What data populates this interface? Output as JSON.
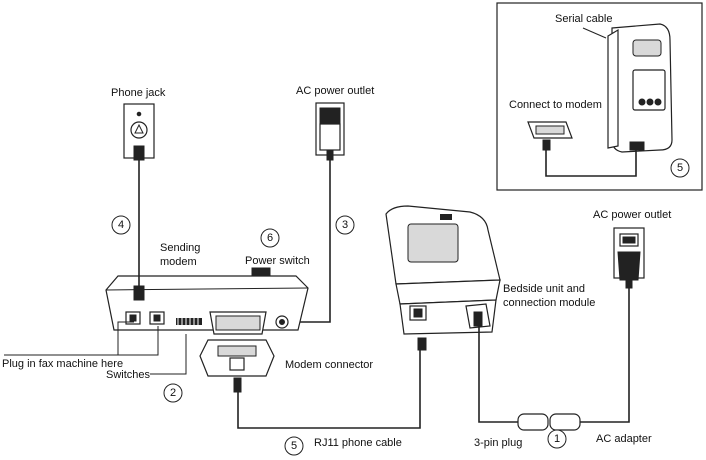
{
  "labels": {
    "phone_jack": "Phone jack",
    "ac_outlet_top": "AC power outlet",
    "sending_modem_line1": "Sending",
    "sending_modem_line2": "modem",
    "power_switch": "Power switch",
    "plug_fax": "Plug in fax machine here",
    "switches": "Switches",
    "modem_connector": "Modem  connector",
    "rj11": "RJ11 phone cable",
    "three_pin": "3-pin plug",
    "ac_adapter": "AC adapter",
    "bedside_line1": "Bedside unit and",
    "bedside_line2": "connection module",
    "ac_outlet_right": "AC power outlet",
    "serial_cable": "Serial cable",
    "connect_modem": "Connect to modem"
  },
  "steps": {
    "s1": "1",
    "s2": "2",
    "s3": "3",
    "s4": "4",
    "s5_inset": "5",
    "s5_main": "5",
    "s6": "6"
  }
}
